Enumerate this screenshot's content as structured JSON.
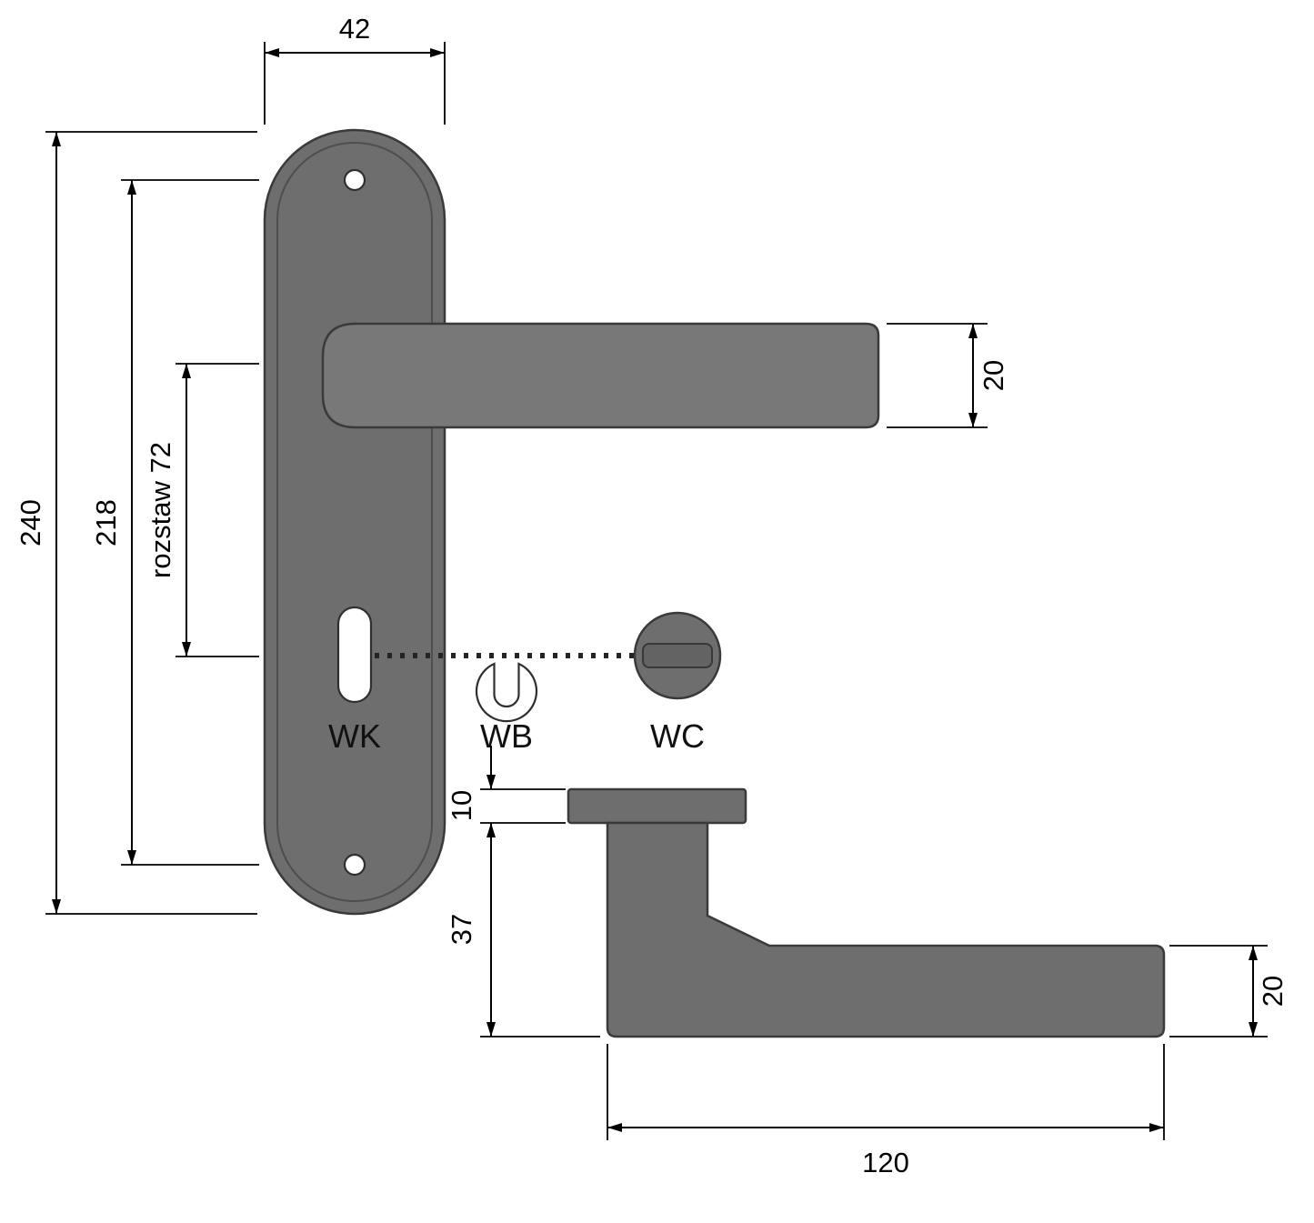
{
  "diagram": {
    "colors": {
      "metal": "#6e6e6e",
      "metal_light": "#787878",
      "metal_dark": "#636363",
      "outline": "#3a3a3a",
      "dimension": "#000000",
      "hole": "#ffffff",
      "background": "#ffffff"
    },
    "front_view": {
      "dim_plate_width": "42",
      "dim_total_height": "240",
      "dim_screw_spacing": "218",
      "dim_axis_spacing": "rozstaw 72",
      "dim_lever_thickness": "20",
      "variants": [
        {
          "code": "WK"
        },
        {
          "code": "WB"
        },
        {
          "code": "WC"
        }
      ]
    },
    "side_view": {
      "dim_rose_thickness": "10",
      "dim_neck_depth": "37",
      "dim_lever_thickness": "20",
      "dim_lever_length": "120"
    }
  }
}
